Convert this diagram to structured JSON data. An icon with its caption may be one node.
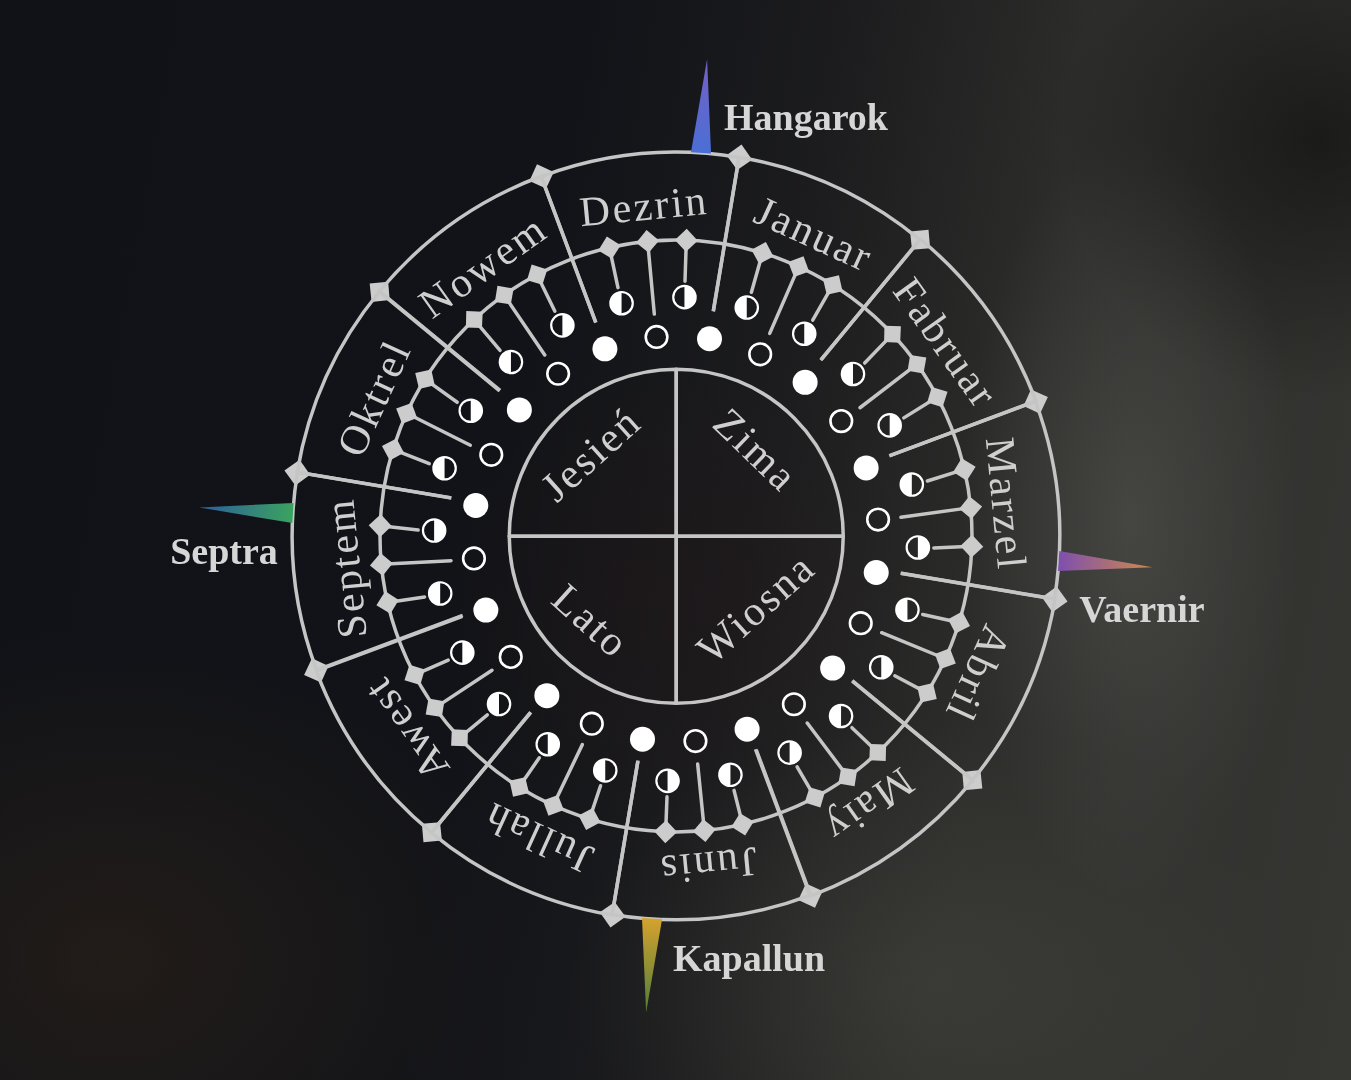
{
  "diagram": {
    "nodes": [
      {
        "text": [
          "Dezrin"
        ]
      },
      {
        "text": [
          "Januar"
        ]
      },
      {
        "text": [
          "Fabruar"
        ]
      },
      {
        "text": [
          "Marzel"
        ]
      },
      {
        "text": [
          "Abril"
        ]
      },
      {
        "text": [
          "Maiy"
        ]
      },
      {
        "text": [
          "Junis"
        ]
      },
      {
        "text": [
          "Jullah"
        ]
      },
      {
        "text": [
          "Awest"
        ]
      },
      {
        "text": [
          "Septem"
        ]
      },
      {
        "text": [
          "Oktrel"
        ]
      },
      {
        "text": [
          "Nowem"
        ]
      },
      {
        "text": [
          "Jesień"
        ]
      },
      {
        "text": [
          "Zima"
        ]
      },
      {
        "text": [
          "Lato"
        ]
      },
      {
        "text": [
          "Wiosna"
        ]
      },
      {
        "text": [],
        "shape": "triangle",
        "beside": [
          "Hangarok"
        ]
      },
      {
        "text": [],
        "shape": "triangle",
        "beside": [
          "Septra"
        ]
      },
      {
        "text": [],
        "shape": "triangle",
        "beside": [
          "Vaernir"
        ]
      },
      {
        "text": [],
        "shape": "triangle",
        "beside": [
          "Kapallun"
        ]
      }
    ]
  }
}
